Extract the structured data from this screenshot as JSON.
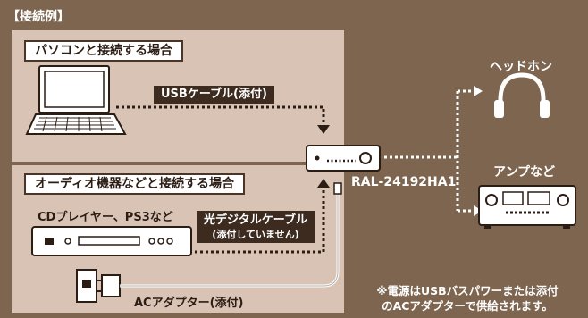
{
  "heading": "【接続例】",
  "pc_section": {
    "title": "パソコンと接続する場合",
    "cable_label": "USBケーブル(添付)"
  },
  "av_section": {
    "title": "オーディオ機器などと接続する場合",
    "device_label": "CDプレイヤー、PS3など",
    "optical_cable_label": "光デジタルケーブル",
    "optical_cable_note": "(添付していません)",
    "ac_adapter_label": "ACアダプター(添付)"
  },
  "device_model": "RAL-24192HA1",
  "outputs": {
    "headphones_label": "ヘッドホン",
    "amp_label": "アンプなど"
  },
  "power_note": {
    "line1": "※電源はUSBバスパワーまたは添付",
    "line2": "のACアダプターで供給されます。"
  },
  "colors": {
    "background": "#7d6550",
    "panel": "#d9c3b5",
    "dark": "#3e2b20",
    "white": "#ffffff"
  }
}
